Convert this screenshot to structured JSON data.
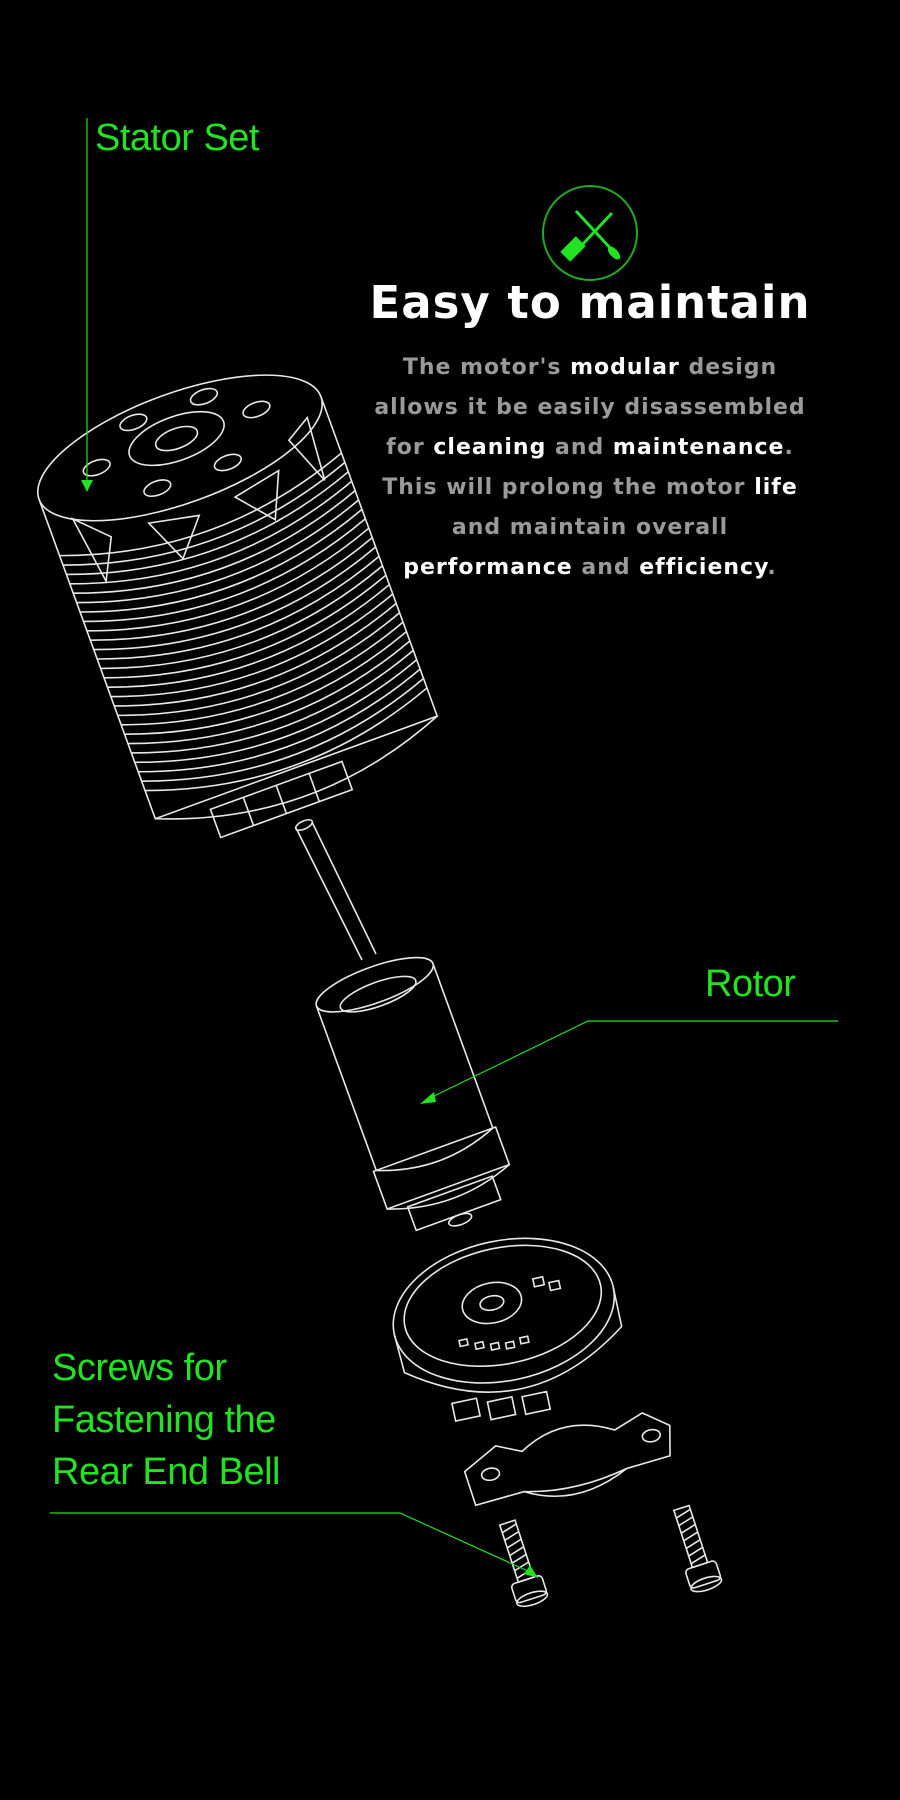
{
  "feature": {
    "icon": "tools-crossed-icon",
    "title": "Easy to maintain",
    "body": [
      {
        "text": "The motor's ",
        "highlight": false
      },
      {
        "text": "modular",
        "highlight": true
      },
      {
        "text": " design allows it be easily disassembled for ",
        "highlight": false
      },
      {
        "text": "cleaning",
        "highlight": true
      },
      {
        "text": " and ",
        "highlight": false
      },
      {
        "text": "maintenance",
        "highlight": true
      },
      {
        "text": ". This will prolong the motor ",
        "highlight": false
      },
      {
        "text": "life",
        "highlight": true
      },
      {
        "text": " and maintain overall ",
        "highlight": false
      },
      {
        "text": "performance",
        "highlight": true
      },
      {
        "text": " and ",
        "highlight": false
      },
      {
        "text": "efficiency",
        "highlight": true
      },
      {
        "text": ".",
        "highlight": false
      }
    ]
  },
  "callouts": {
    "stator": "Stator Set",
    "rotor": "Rotor",
    "screws_line1": "Screws for",
    "screws_line2": "Fastening the",
    "screws_line3": "Rear End Bell"
  },
  "colors": {
    "accent": "#22e322",
    "background": "#000000",
    "text": "#ffffff",
    "muted": "#9a9a9a"
  }
}
